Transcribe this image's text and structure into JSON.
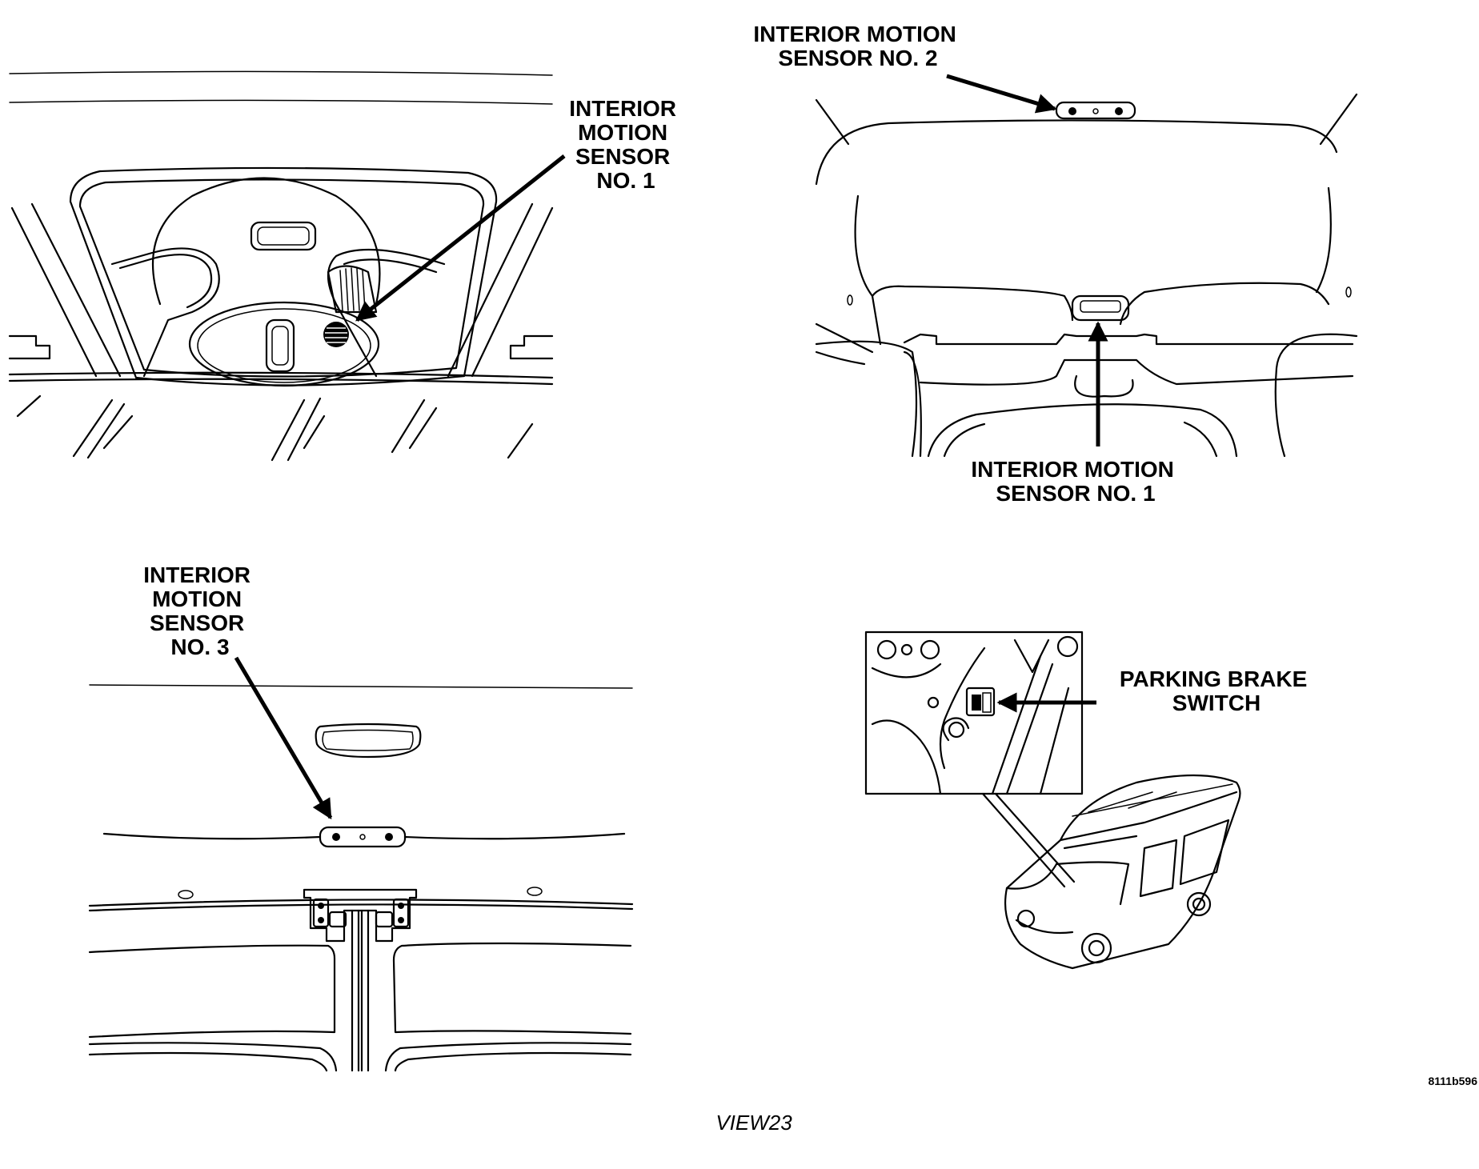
{
  "labels": {
    "sensor1_top_left": [
      "INTERIOR",
      "MOTION",
      "SENSOR",
      "NO. 1"
    ],
    "sensor2_top_right": [
      "INTERIOR MOTION",
      "SENSOR NO. 2"
    ],
    "sensor1_top_right": [
      "INTERIOR MOTION",
      "SENSOR NO. 1"
    ],
    "sensor3_bottom_left": [
      "INTERIOR",
      "MOTION",
      "SENSOR",
      "NO. 3"
    ],
    "parking_brake": [
      "PARKING BRAKE",
      "SWITCH"
    ]
  },
  "figure_code": "8111b596",
  "view_caption": "VIEW23"
}
